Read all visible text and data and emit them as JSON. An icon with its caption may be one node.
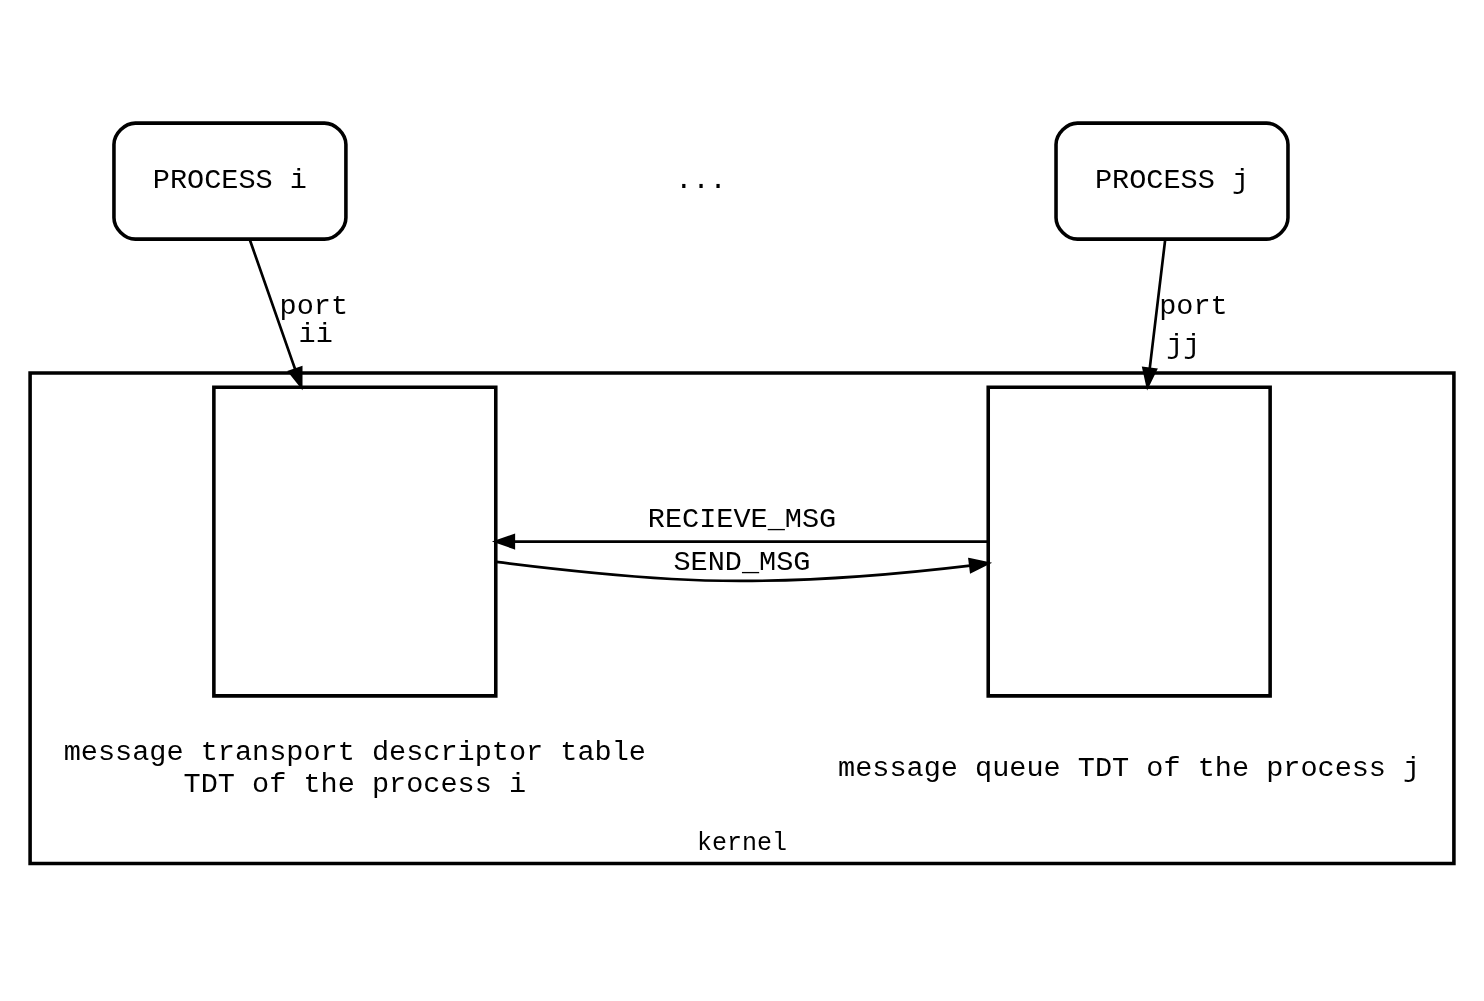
{
  "diagram": {
    "nodes": [
      {
        "text": [
          "PROCESS i"
        ]
      },
      {
        "text": [
          "PROCESS j"
        ]
      },
      {
        "text": [
          "kernel"
        ]
      },
      {
        "text": [],
        "shape": "box",
        "in": 2,
        "beside": [
          "message transport descriptor table TDT of the process i"
        ]
      },
      {
        "text": [],
        "shape": "box",
        "in": 2,
        "beside": [
          "message queue TDT of the process j"
        ]
      }
    ],
    "edges": [
      {
        "from": 0,
        "to": 3,
        "arrow": "to",
        "label": "port"
      },
      {
        "from": 1,
        "to": 4,
        "arrow": "to",
        "label": "port"
      },
      {
        "from": 3,
        "to": 4,
        "arrow": "to",
        "label": "SEND_MSG"
      },
      {
        "from": 4,
        "to": 3,
        "arrow": "to",
        "label": "RECIEVE_MSG"
      }
    ],
    "labels": [
      "...",
      "ii",
      "jj"
    ]
  }
}
